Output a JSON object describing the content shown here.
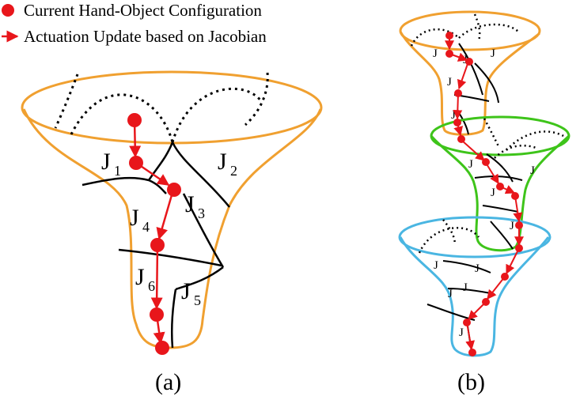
{
  "legend": {
    "dot_label": "Current Hand-Object Configuration",
    "arrow_label": "Actuation Update based on Jacobian"
  },
  "panel_a": {
    "caption": "(a)",
    "regions": [
      {
        "main": "J",
        "sub": "1"
      },
      {
        "main": "J",
        "sub": "2"
      },
      {
        "main": "J",
        "sub": "3"
      },
      {
        "main": "J",
        "sub": "4"
      },
      {
        "main": "J",
        "sub": "5"
      },
      {
        "main": "J",
        "sub": "6"
      }
    ]
  },
  "panel_b": {
    "caption": "(b)",
    "label": "J"
  },
  "colors": {
    "marker": "#e8161b",
    "funnel_orange": "#f0a030",
    "funnel_green": "#3ec41a",
    "funnel_blue": "#4ab6e2",
    "lines": "#000000"
  }
}
